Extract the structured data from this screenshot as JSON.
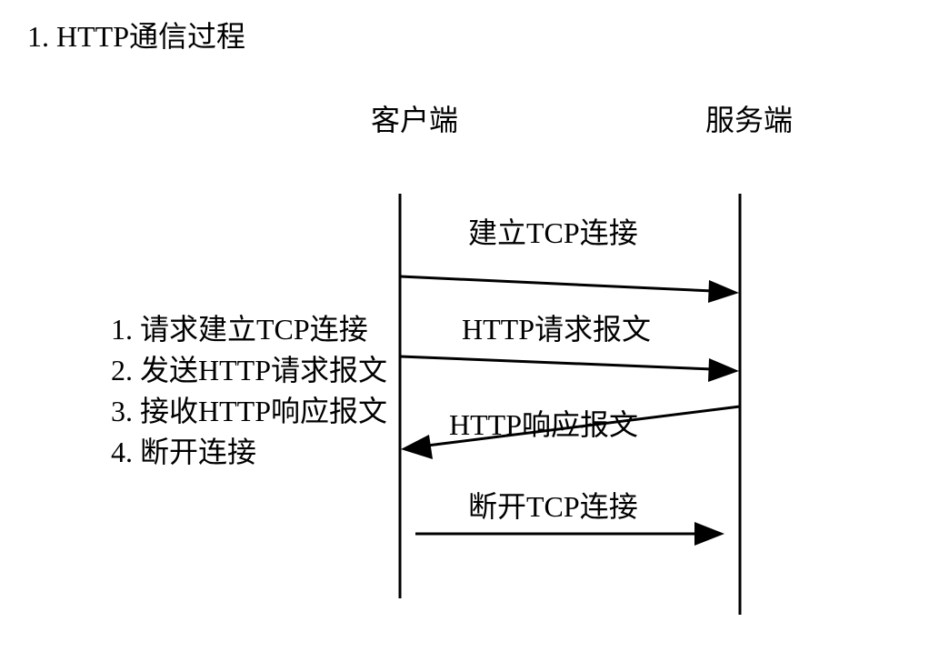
{
  "title": "1. HTTP通信过程",
  "actors": {
    "client": "客户端",
    "server": "服务端"
  },
  "steps": [
    "1. 请求建立TCP连接",
    "2. 发送HTTP请求报文",
    "3. 接收HTTP响应报文",
    "4. 断开连接"
  ],
  "messages": [
    {
      "label": "建立TCP连接",
      "from": "client",
      "to": "server"
    },
    {
      "label": "HTTP请求报文",
      "from": "client",
      "to": "server"
    },
    {
      "label": "HTTP响应报文",
      "from": "server",
      "to": "client"
    },
    {
      "label": "断开TCP连接",
      "from": "client",
      "to": "server"
    }
  ]
}
